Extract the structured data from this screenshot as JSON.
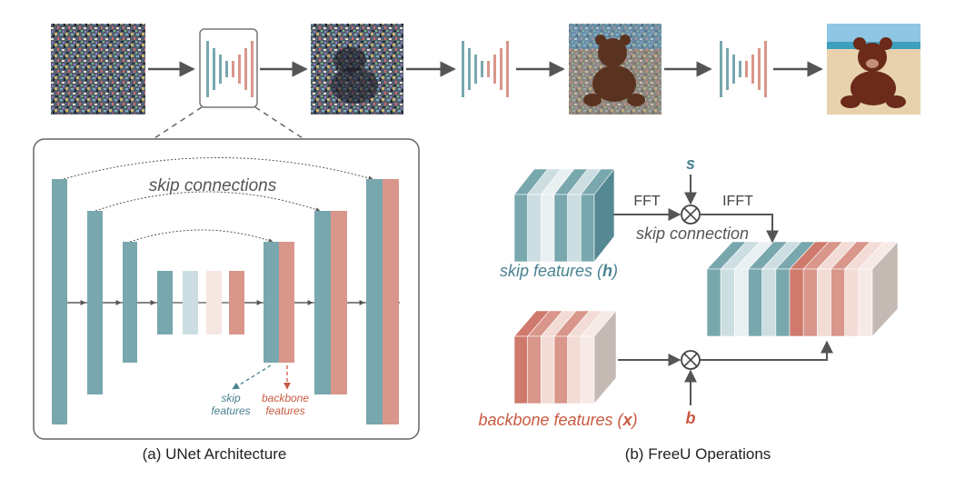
{
  "colors": {
    "teal": "#79a7ae",
    "teal_light": "#cddee2",
    "salmon": "#d9968a",
    "salmon_light": "#f3dcd6",
    "salmon_dark": "#cf7a6c",
    "grey_side": "#c5b9b4",
    "teal_label": "#4a8291",
    "red_label": "#c95a40",
    "arrow": "#555555"
  },
  "images": [
    {
      "name": "noise-image-1",
      "kind": "pure-noise"
    },
    {
      "name": "noise-image-2",
      "kind": "noisy-teddy"
    },
    {
      "name": "noise-image-3",
      "kind": "partly-denoised-teddy"
    },
    {
      "name": "final-image",
      "kind": "clean-teddy"
    }
  ],
  "unet_arch": {
    "skip_connections": "skip connections",
    "skip_features": [
      "skip",
      "features"
    ],
    "backbone_features": [
      "backbone",
      "features"
    ],
    "caption": "(a) UNet Architecture"
  },
  "freeu": {
    "s": "s",
    "b": "b",
    "fft": "FFT",
    "ifft": "IFFT",
    "skip_connection": "skip connection",
    "skip_features_label": "skip features (",
    "skip_features_h": "h",
    "skip_features_close": ")",
    "backbone_features_label": "backbone features (",
    "backbone_features_x": "x",
    "backbone_features_close": ")",
    "caption": "(b) FreeU Operations"
  }
}
